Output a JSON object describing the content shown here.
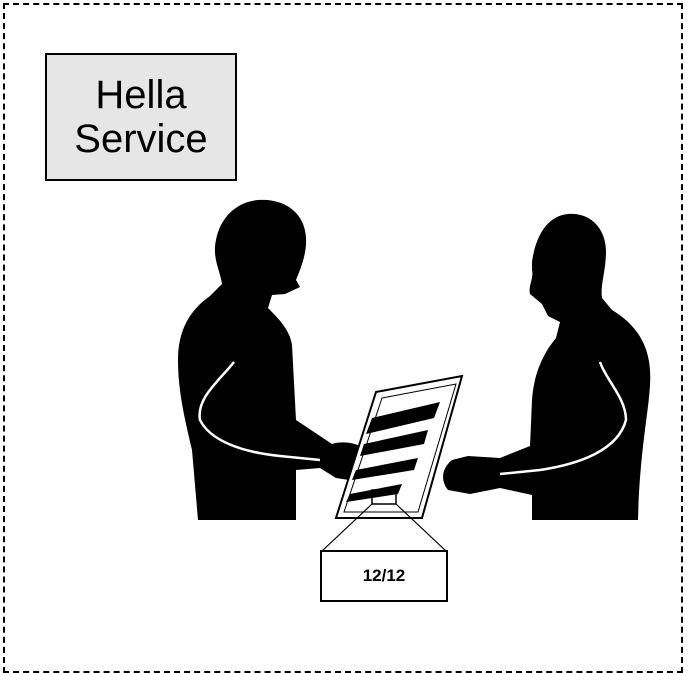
{
  "service_label": {
    "line1": "Hella",
    "line2": "Service"
  },
  "document_callout": {
    "page_number": "12/12"
  },
  "colors": {
    "label_fill": "#e6e6e6",
    "silhouette": "#000000",
    "outline": "#000000"
  }
}
